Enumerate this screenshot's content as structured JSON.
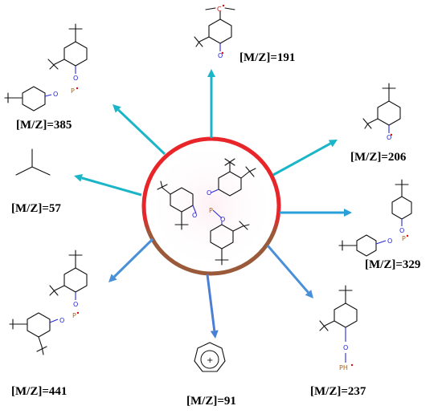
{
  "center": {
    "ring_color_top": "#e8262a",
    "ring_color_bottom": "#9a5a3a"
  },
  "fragments": [
    {
      "id": "mz191",
      "label": "[M/Z]=191",
      "arrow_color": "#1bb5c8"
    },
    {
      "id": "mz206",
      "label": "[M/Z]=206",
      "arrow_color": "#1bb5c8"
    },
    {
      "id": "mz329",
      "label": "[M/Z]=329",
      "arrow_color": "#2aa0d8"
    },
    {
      "id": "mz237",
      "label": "[M/Z]=237",
      "arrow_color": "#4a90d9"
    },
    {
      "id": "mz91",
      "label": "[M/Z]=91",
      "arrow_color": "#4a7fd6"
    },
    {
      "id": "mz441",
      "label": "[M/Z]=441",
      "arrow_color": "#4a90d9"
    },
    {
      "id": "mz57",
      "label": "[M/Z]=57",
      "arrow_color": "#1bb5c8"
    },
    {
      "id": "mz385",
      "label": "[M/Z]=385",
      "arrow_color": "#1bb5c8"
    }
  ],
  "atoms": {
    "oxygen": "O",
    "phosphorus": "P",
    "carbon": "C",
    "phosphine": "PH",
    "plus": "+"
  }
}
